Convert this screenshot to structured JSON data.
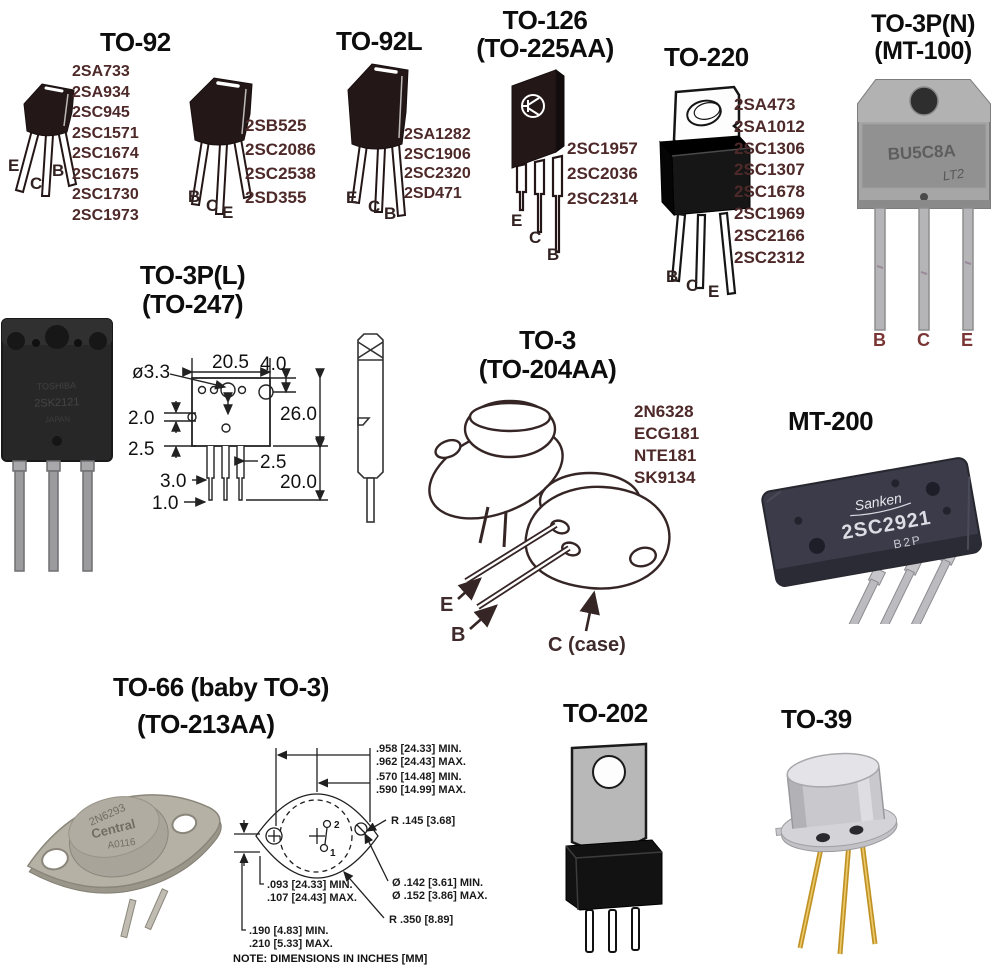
{
  "sections": {
    "to92": {
      "title": "TO-92",
      "parts": [
        "2SA733",
        "2SA934",
        "2SC945",
        "2SC1571",
        "2SC1674",
        "2SC1675",
        "2SC1730",
        "2SC1973"
      ],
      "pins": {
        "e": "E",
        "c": "C",
        "b": "B"
      },
      "parts2": [
        "2SB525",
        "2SC2086",
        "2SC2538",
        "2SD355"
      ],
      "pins2": {
        "b": "B",
        "c": "C",
        "e": "E"
      }
    },
    "to92l": {
      "title": "TO-92L",
      "parts": [
        "2SA1282",
        "2SC1906",
        "2SC2320",
        "2SD471"
      ],
      "pins": {
        "e": "E",
        "c": "C",
        "b": "B"
      }
    },
    "to126": {
      "title": "TO-126",
      "subtitle": "(TO-225AA)",
      "parts": [
        "2SC1957",
        "2SC2036",
        "2SC2314"
      ],
      "pins": {
        "e": "E",
        "c": "C",
        "b": "B"
      }
    },
    "to220": {
      "title": "TO-220",
      "parts": [
        "2SA473",
        "2SA1012",
        "2SC1306",
        "2SC1307",
        "2SC1678",
        "2SC1969",
        "2SC2166",
        "2SC2312"
      ],
      "pins": {
        "b": "B",
        "c": "C",
        "e": "E"
      }
    },
    "to3pn": {
      "title": "TO-3P(N)",
      "subtitle": "(MT-100)",
      "marking1": "BU5C8A",
      "marking2": "LT2",
      "pins": {
        "b": "B",
        "c": "C",
        "e": "E"
      }
    },
    "to3pl": {
      "title": "TO-3P(L)",
      "subtitle": "(TO-247)",
      "marking1": "TOSHIBA",
      "marking2": "2SK2121",
      "marking3": "JAPAN",
      "dims": {
        "body_width": "20.5",
        "tab_offset": "4.0",
        "hole_dia": "ø3.3",
        "d20": "2.0",
        "d25a": "2.5",
        "body_height": "26.0",
        "pitch": "2.5",
        "lead_w": "3.0",
        "lead_tip": "1.0",
        "lead_len": "20.0"
      }
    },
    "to3": {
      "title": "TO-3",
      "subtitle": "(TO-204AA)",
      "parts": [
        "2N6328",
        "ECG181",
        "NTE181",
        "SK9134"
      ],
      "pin_e": "E",
      "pin_b": "B",
      "pin_c": "C (case)"
    },
    "mt200": {
      "title": "MT-200",
      "brand": "Sanken",
      "marking": "2SC2921",
      "submarking": "B2P"
    },
    "to66": {
      "title": "TO-66 (baby TO-3)",
      "subtitle": "(TO-213AA)",
      "can_line1": "2N6293",
      "can_line2": "Central",
      "can_line3": "A0116",
      "pin1": "1",
      "pin2": "2",
      "dims": {
        "width_min": ".958 [24.33] MIN.",
        "width_max": ".962 [24.43] MAX.",
        "half_min": ".570 [14.48] MIN.",
        "half_max": ".590 [14.99] MAX.",
        "r_tab": "R .145 [3.68]",
        "hole_min": "Ø .142 [3.61] MIN.",
        "hole_max": "Ø .152 [3.86] MAX.",
        "r_body": "R .350 [8.89]",
        "pin_off_min": ".093 [24.33] MIN.",
        "pin_off_max": ".107 [24.43] MAX.",
        "pin_sp_min": ".190 [4.83] MIN.",
        "pin_sp_max": ".210 [5.33] MAX."
      },
      "note": "NOTE: DIMENSIONS IN INCHES [MM]"
    },
    "to202": {
      "title": "TO-202"
    },
    "to39": {
      "title": "TO-39"
    }
  }
}
